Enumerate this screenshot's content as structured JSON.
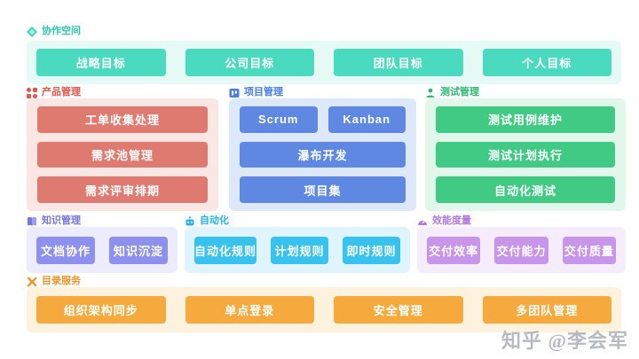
{
  "page": {
    "watermark": "知乎 @李会军"
  },
  "sections": {
    "collaboration": {
      "title": "协作空间",
      "icon": "diamond-icon",
      "accent": "#2bc8b1",
      "panel_bg": "#e5faf5",
      "chip_bg": "#4adabf",
      "items": [
        "战略目标",
        "公司目标",
        "团队目标",
        "个人目标"
      ]
    },
    "product": {
      "title": "产品管理",
      "icon": "grid-dots-icon",
      "accent": "#e2574b",
      "panel_bg": "#fae7e4",
      "chip_bg": "#df7a70",
      "items": [
        "工单收集处理",
        "需求池管理",
        "需求评审排期"
      ]
    },
    "project": {
      "title": "项目管理",
      "icon": "board-icon",
      "accent": "#4a7de2",
      "panel_bg": "#dde9fb",
      "chip_bg": "#5e88e2",
      "items": [
        "Scrum",
        "Kanban",
        "瀑布开发",
        "项目集"
      ]
    },
    "test": {
      "title": "测试管理",
      "icon": "tester-person-icon",
      "accent": "#2fb873",
      "panel_bg": "#e2f7ec",
      "chip_bg": "#41ca84",
      "items": [
        "测试用例维护",
        "测试计划执行",
        "自动化测试"
      ]
    },
    "knowledge": {
      "title": "知识管理",
      "icon": "book-icon",
      "accent": "#7477de",
      "panel_bg": "#ececfd",
      "chip_bg": "#8e90ee",
      "items": [
        "文档协作",
        "知识沉淀"
      ]
    },
    "automation": {
      "title": "自动化",
      "icon": "robot-icon",
      "accent": "#26b3e8",
      "panel_bg": "#dff4fd",
      "chip_bg": "#38c3ef",
      "items": [
        "自动化规则",
        "计划规则",
        "即时规则"
      ]
    },
    "metrics": {
      "title": "效能度量",
      "icon": "gauge-icon",
      "accent": "#b378de",
      "panel_bg": "#f5ecfc",
      "chip_bg": "#c795ea",
      "items": [
        "交付效率",
        "交付能力",
        "交付质量"
      ]
    },
    "directory": {
      "title": "目录服务",
      "icon": "crossed-tools-icon",
      "accent": "#ee9428",
      "panel_bg": "#fcf2de",
      "chip_bg": "#f6a93c",
      "items": [
        "组织架构同步",
        "单点登录",
        "安全管理",
        "多团队管理"
      ]
    }
  }
}
